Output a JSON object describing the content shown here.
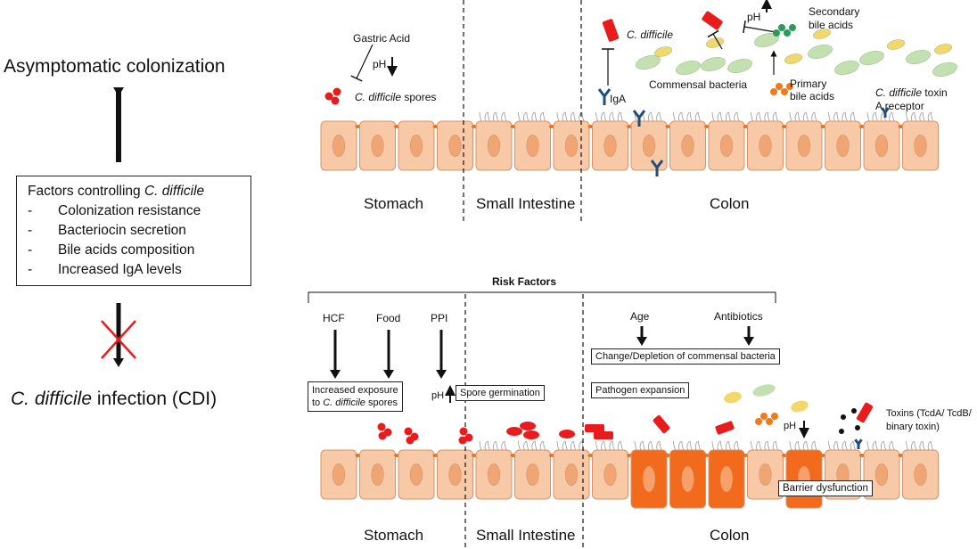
{
  "left": {
    "asymptomatic": "Asymptomatic colonization",
    "factors_title_prefix": "Factors controlling ",
    "factors_title_species": "C. difficile",
    "factors": [
      "Colonization resistance",
      "Bacteriocin secretion",
      "Bile acids composition",
      "Increased IgA levels"
    ],
    "cdi_species": "C. difficile",
    "cdi_suffix": " infection (CDI)"
  },
  "top": {
    "gastric_acid": "Gastric Acid",
    "ph": "pH",
    "spores_species": "C. difficile",
    "spores_suffix": " spores",
    "cdiff": "C. difficile",
    "iga": "IgA",
    "commensal": "Commensal bacteria",
    "ph2": "pH",
    "secondary_1": "Secondary",
    "secondary_2": "bile acids",
    "primary_1": "Primary",
    "primary_2": "bile acids",
    "toxin_species": "C. difficile",
    "toxin_suffix": " toxin",
    "toxin_receptor": "A receptor",
    "stomach": "Stomach",
    "small_intestine": "Small Intestine",
    "colon": "Colon"
  },
  "bottom": {
    "risk_factors": "Risk Factors",
    "hcf": "HCF",
    "food": "Food",
    "ppi": "PPI",
    "age": "Age",
    "antibiotics": "Antibiotics",
    "exposure_1": "Increased exposure",
    "exposure_2_prefix": "to ",
    "exposure_2_species": "C. difficile",
    "exposure_2_suffix": " spores",
    "ph": "pH",
    "spore_germination": "Spore germination",
    "depletion": "Change/Depletion of commensal bacteria",
    "expansion": "Pathogen expansion",
    "ph2": "pH",
    "toxins_1": "Toxins (TcdA/ TcdB/",
    "toxins_2": "binary toxin)",
    "barrier": "Barrier dysfunction",
    "stomach": "Stomach",
    "small_intestine": "Small Intestine",
    "colon": "Colon"
  },
  "colors": {
    "cell": "#f8c9a6",
    "cell_border": "#d9936a",
    "nucleus": "#f0a574",
    "damaged_cell": "#f26a1b",
    "spore_red": "#e81c1c",
    "commensal_green": "#c3e0b0",
    "commensal_yellow": "#f2d86a",
    "secondary_bile": "#2a9a57",
    "primary_bile": "#ee7a1c",
    "iga_blue": "#1f4e79"
  }
}
